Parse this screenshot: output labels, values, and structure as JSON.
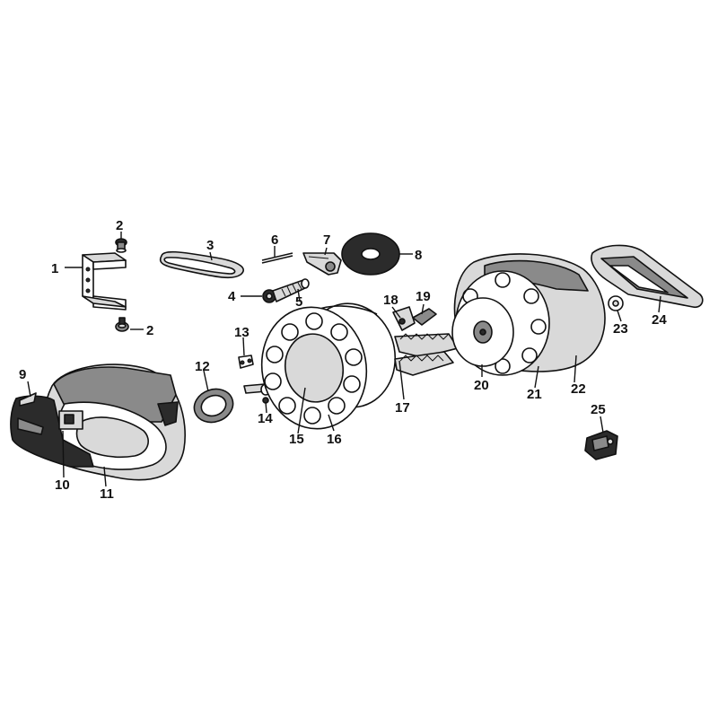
{
  "callouts": [
    {
      "id": "1",
      "label": "1"
    },
    {
      "id": "2a",
      "label": "2"
    },
    {
      "id": "2b",
      "label": "2"
    },
    {
      "id": "3",
      "label": "3"
    },
    {
      "id": "4",
      "label": "4"
    },
    {
      "id": "5",
      "label": "5"
    },
    {
      "id": "6",
      "label": "6"
    },
    {
      "id": "7",
      "label": "7"
    },
    {
      "id": "8",
      "label": "8"
    },
    {
      "id": "9",
      "label": "9"
    },
    {
      "id": "10",
      "label": "10"
    },
    {
      "id": "11",
      "label": "11"
    },
    {
      "id": "12",
      "label": "12"
    },
    {
      "id": "13",
      "label": "13"
    },
    {
      "id": "14",
      "label": "14"
    },
    {
      "id": "15",
      "label": "15"
    },
    {
      "id": "16",
      "label": "16"
    },
    {
      "id": "17",
      "label": "17"
    },
    {
      "id": "18",
      "label": "18"
    },
    {
      "id": "19",
      "label": "19"
    },
    {
      "id": "20",
      "label": "20"
    },
    {
      "id": "21",
      "label": "21"
    },
    {
      "id": "22",
      "label": "22"
    },
    {
      "id": "23",
      "label": "23"
    },
    {
      "id": "24",
      "label": "24"
    },
    {
      "id": "25",
      "label": "25"
    }
  ]
}
